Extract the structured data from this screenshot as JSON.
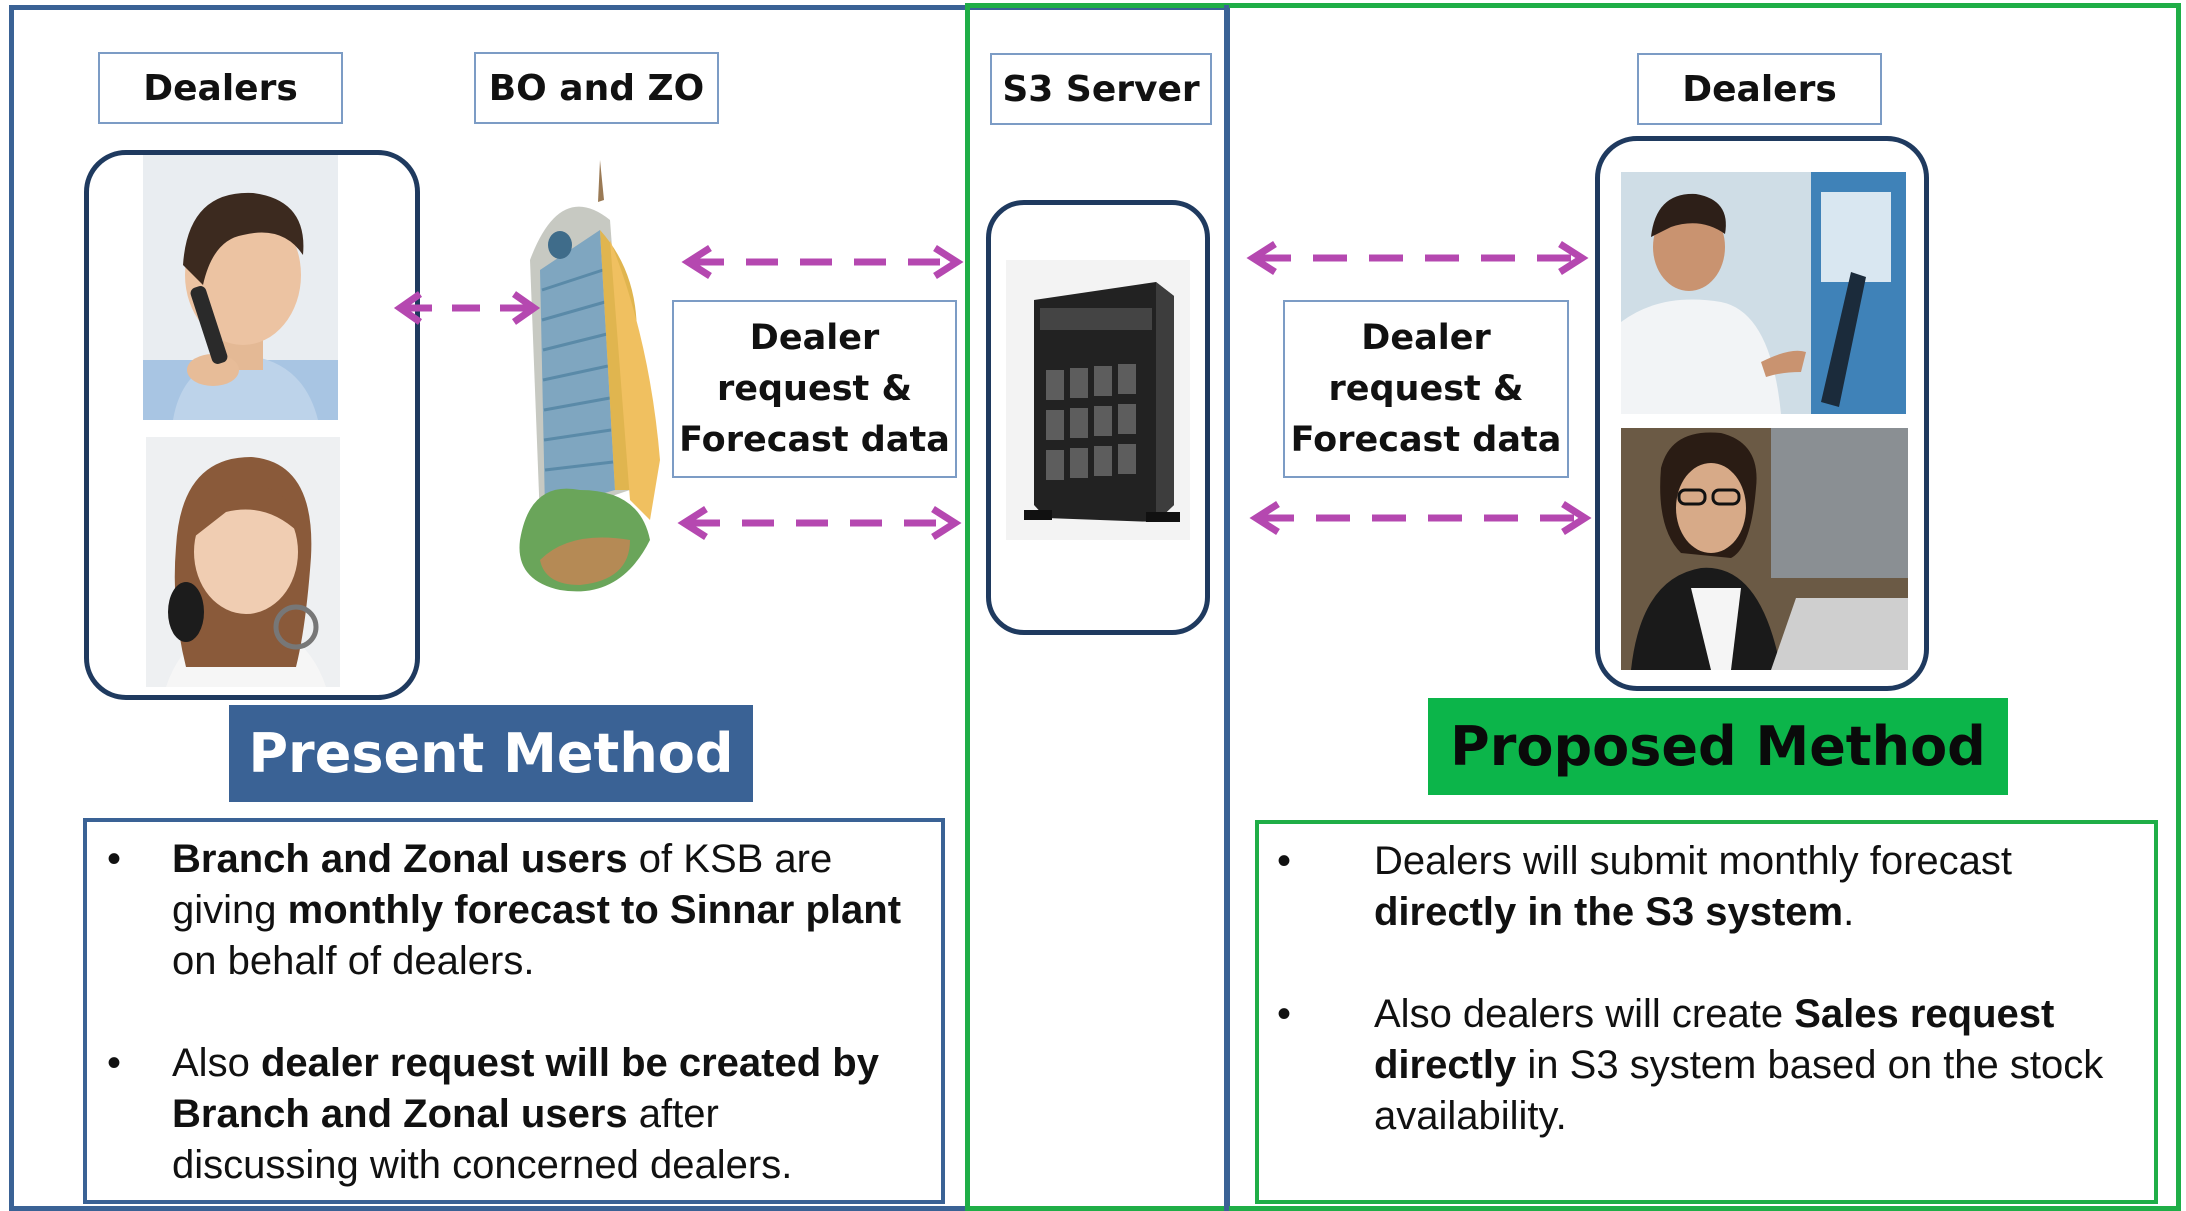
{
  "left_panel": {
    "dealers_label": "Dealers",
    "bozo_label": "BO and ZO",
    "flow_label": [
      "Dealer",
      "request &",
      "Forecast data"
    ],
    "banner": "Present Method",
    "bullets": [
      [
        {
          "t": "Branch and Zonal users",
          "b": true
        },
        {
          "t": " of KSB are giving ",
          "b": false
        },
        {
          "t": "monthly forecast to Sinnar plant",
          "b": true
        },
        {
          "t": " on behalf of dealers.",
          "b": false
        }
      ],
      [
        {
          "t": "Also ",
          "b": false
        },
        {
          "t": "dealer request will be created by Branch and Zonal users",
          "b": true
        },
        {
          "t": " after discussing with concerned dealers.",
          "b": false
        }
      ]
    ]
  },
  "center_panel": {
    "server_label": "S3 Server"
  },
  "right_panel": {
    "dealers_label": "Dealers",
    "flow_label": [
      "Dealer",
      "request &",
      "Forecast data"
    ],
    "banner": "Proposed Method",
    "bullets": [
      [
        {
          "t": "Dealers will submit monthly forecast ",
          "b": false
        },
        {
          "t": "directly in the S3 system",
          "b": true
        },
        {
          "t": ".",
          "b": false
        }
      ],
      [
        {
          "t": "Also dealers will create ",
          "b": false
        },
        {
          "t": "Sales request directly",
          "b": true
        },
        {
          "t": " in S3 system based on the stock availability.",
          "b": false
        }
      ]
    ]
  },
  "bullet_char": "•",
  "colors": {
    "present_blue": "#3a6295",
    "proposed_green": "#0cb54a",
    "arrow_magenta": "#b548b0",
    "pill_navy": "#1f3a5f"
  },
  "icons": [
    "phone-man-photo",
    "phone-woman-photo",
    "office-building-icon",
    "tower-server-icon",
    "office-man-photo",
    "laptop-woman-photo",
    "bidirectional-dashed-arrow-icon"
  ]
}
